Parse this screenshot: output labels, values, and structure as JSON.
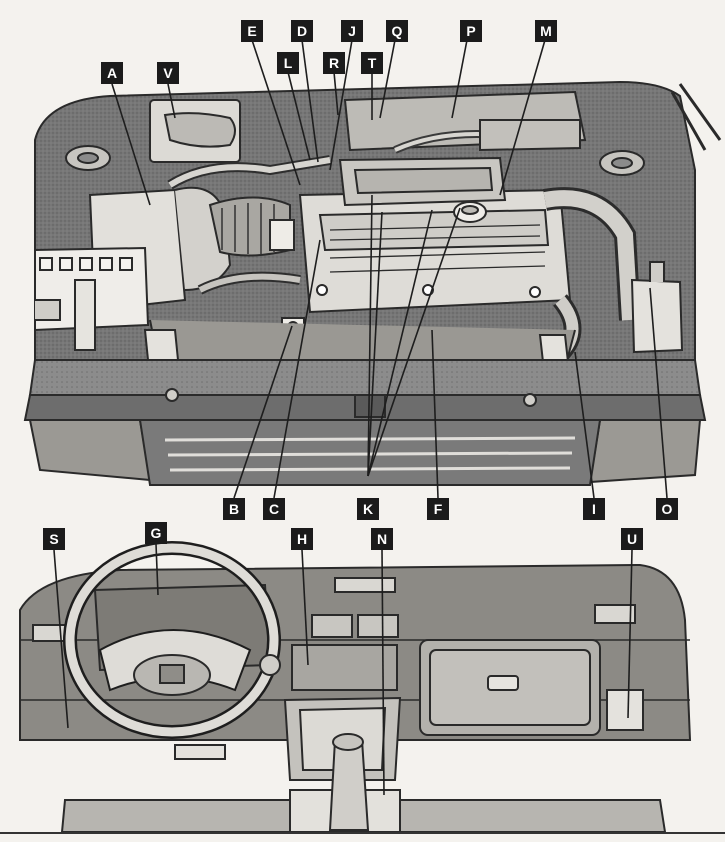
{
  "labels": {
    "A": "A",
    "B": "B",
    "C": "C",
    "D": "D",
    "E": "E",
    "F": "F",
    "G": "G",
    "H": "H",
    "I": "I",
    "J": "J",
    "K": "K",
    "L": "L",
    "M": "M",
    "N": "N",
    "O": "O",
    "P": "P",
    "Q": "Q",
    "R": "R",
    "S": "S",
    "T": "T",
    "U": "U",
    "V": "V"
  },
  "colors": {
    "label_bg": "#1b1b1b",
    "label_text": "#ffffff",
    "line": "#2a2a2a",
    "dark_fill": "#6b6b6b",
    "mid_fill": "#8f8f8f",
    "light_fill": "#d9d7d3",
    "paper": "#f4f2ee"
  }
}
